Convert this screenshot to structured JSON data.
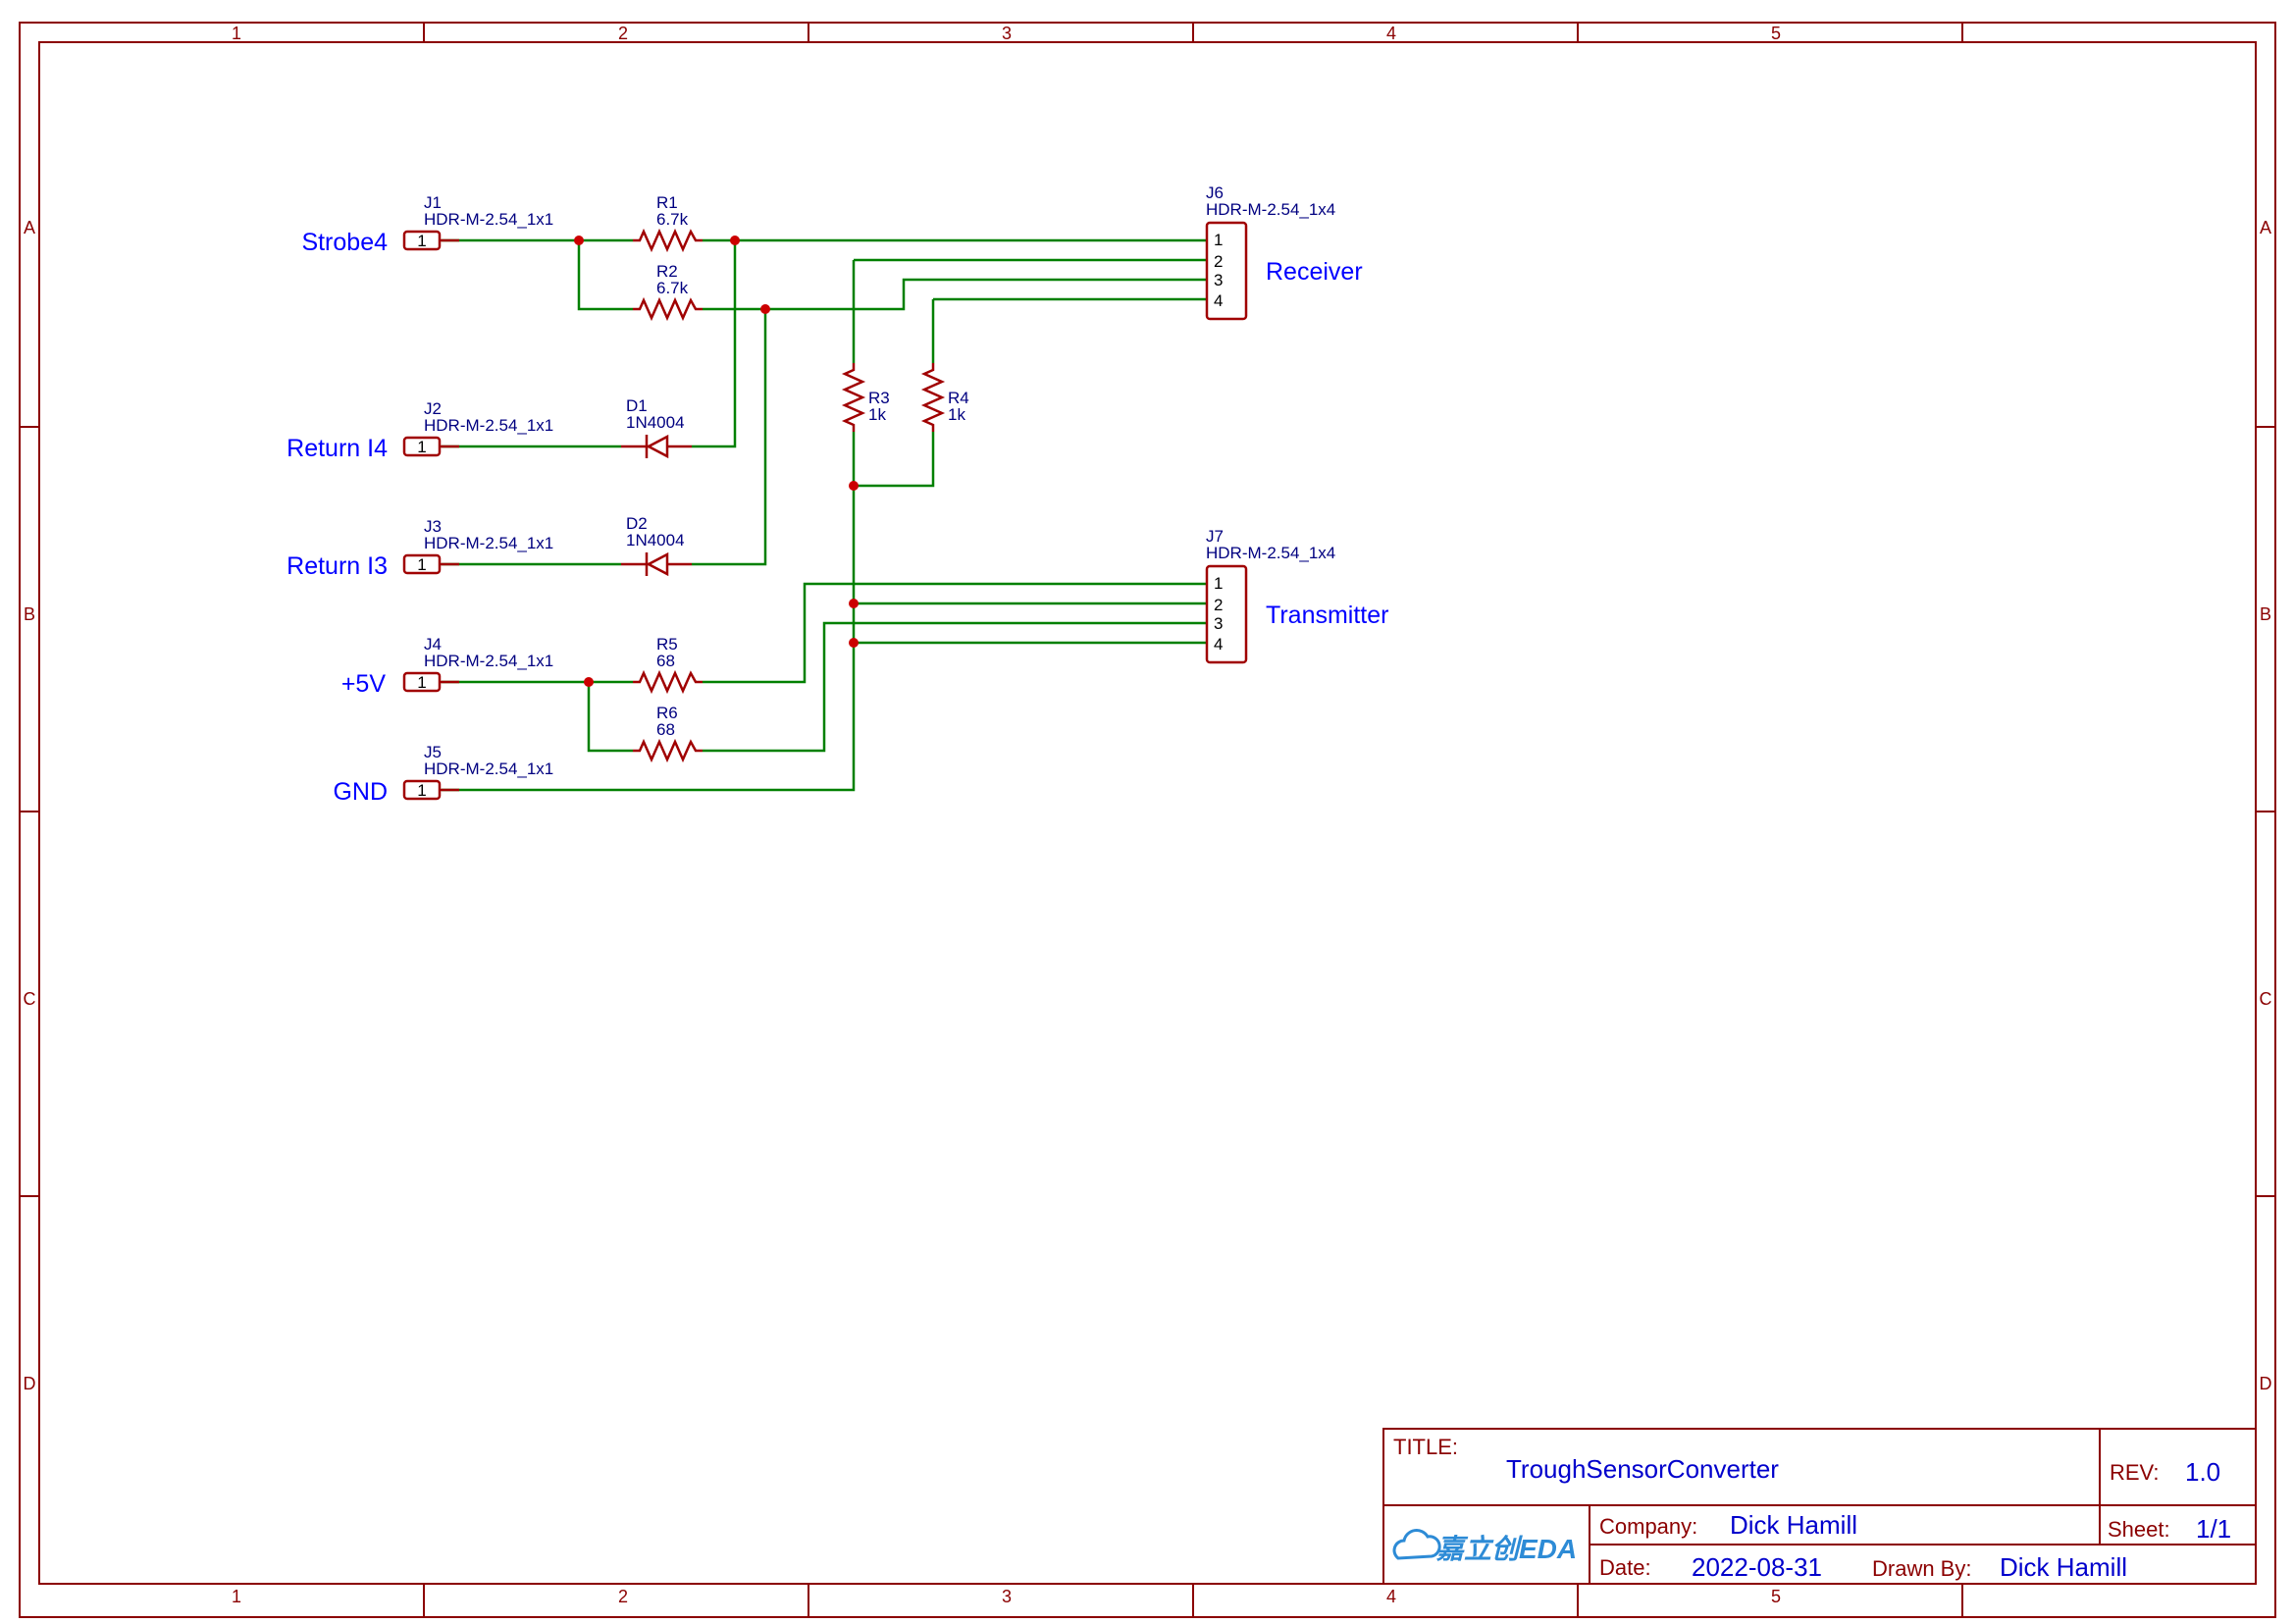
{
  "frame": {
    "columns": [
      "1",
      "2",
      "3",
      "4",
      "5"
    ],
    "rows": [
      "A",
      "B",
      "C",
      "D"
    ]
  },
  "components": {
    "J1": {
      "ref": "J1",
      "value": "HDR-M-2.54_1x1",
      "pin": "1"
    },
    "J2": {
      "ref": "J2",
      "value": "HDR-M-2.54_1x1",
      "pin": "1"
    },
    "J3": {
      "ref": "J3",
      "value": "HDR-M-2.54_1x1",
      "pin": "1"
    },
    "J4": {
      "ref": "J4",
      "value": "HDR-M-2.54_1x1",
      "pin": "1"
    },
    "J5": {
      "ref": "J5",
      "value": "HDR-M-2.54_1x1",
      "pin": "1"
    },
    "J6": {
      "ref": "J6",
      "value": "HDR-M-2.54_1x4",
      "pins": [
        "1",
        "2",
        "3",
        "4"
      ]
    },
    "J7": {
      "ref": "J7",
      "value": "HDR-M-2.54_1x4",
      "pins": [
        "1",
        "2",
        "3",
        "4"
      ]
    },
    "R1": {
      "ref": "R1",
      "value": "6.7k"
    },
    "R2": {
      "ref": "R2",
      "value": "6.7k"
    },
    "R3": {
      "ref": "R3",
      "value": "1k"
    },
    "R4": {
      "ref": "R4",
      "value": "1k"
    },
    "R5": {
      "ref": "R5",
      "value": "68"
    },
    "R6": {
      "ref": "R6",
      "value": "68"
    },
    "D1": {
      "ref": "D1",
      "value": "1N4004"
    },
    "D2": {
      "ref": "D2",
      "value": "1N4004"
    }
  },
  "nets": {
    "strobe": "Strobe4",
    "return4": "Return I4",
    "return3": "Return I3",
    "vcc": "+5V",
    "gnd": "GND",
    "receiver": "Receiver",
    "transmitter": "Transmitter"
  },
  "title_block": {
    "title_label": "TITLE:",
    "title": "TroughSensorConverter",
    "rev_label": "REV:",
    "rev": "1.0",
    "company_label": "Company:",
    "company": "Dick Hamill",
    "sheet_label": "Sheet:",
    "sheet": "1/1",
    "date_label": "Date:",
    "date": "2022-08-31",
    "drawn_by_label": "Drawn By:",
    "drawn_by": "Dick Hamill",
    "logo": "嘉立创EDA",
    "logo_color": "#2d8bd6"
  },
  "colors": {
    "frame": "#8b0000",
    "wire": "#008000",
    "part": "#a00000",
    "net_label": "#0000ff",
    "ref_text": "#000080"
  }
}
